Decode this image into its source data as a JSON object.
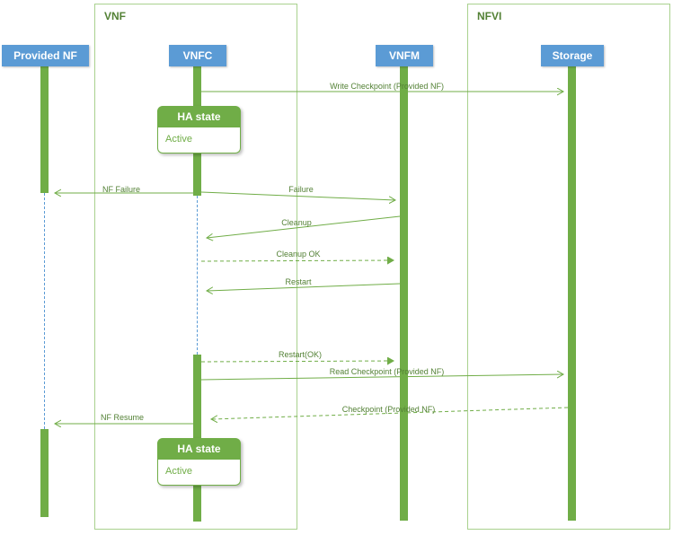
{
  "colors": {
    "green": "#70AD47",
    "green_text": "#538135",
    "frame_border": "#A9D18E",
    "header_blue": "#5B9BD5"
  },
  "frames": [
    {
      "label": "VNF"
    },
    {
      "label": "NFVI"
    }
  ],
  "lifelines": [
    {
      "label": "Provided NF"
    },
    {
      "label": "VNFC"
    },
    {
      "label": "VNFM"
    },
    {
      "label": "Storage"
    }
  ],
  "messages": [
    {
      "label": "Write Checkpoint (Provided NF)",
      "from": "VNFC",
      "to": "Storage",
      "line": "solid"
    },
    {
      "label": "NF Failure",
      "from": "VNFC",
      "to": "Provided NF",
      "line": "solid"
    },
    {
      "label": "Failure",
      "from": "VNFC",
      "to": "VNFM",
      "line": "solid"
    },
    {
      "label": "Cleanup",
      "from": "VNFM",
      "to": "VNFC",
      "line": "solid"
    },
    {
      "label": "Cleanup OK",
      "from": "VNFC",
      "to": "VNFM",
      "line": "dashed"
    },
    {
      "label": "Restart",
      "from": "VNFM",
      "to": "VNFC",
      "line": "solid"
    },
    {
      "label": "Restart(OK)",
      "from": "VNFC",
      "to": "VNFM",
      "line": "dashed"
    },
    {
      "label": "Read Checkpoint (Provided NF)",
      "from": "VNFC",
      "to": "Storage",
      "line": "solid"
    },
    {
      "label": "Checkpoint (Provided NF)",
      "from": "Storage",
      "to": "VNFC",
      "line": "dashed"
    },
    {
      "label": "NF Resume",
      "from": "VNFC",
      "to": "Provided NF",
      "line": "solid"
    }
  ],
  "notes": [
    {
      "title": "HA state",
      "body": "Active"
    },
    {
      "title": "HA state",
      "body": "Active"
    }
  ]
}
